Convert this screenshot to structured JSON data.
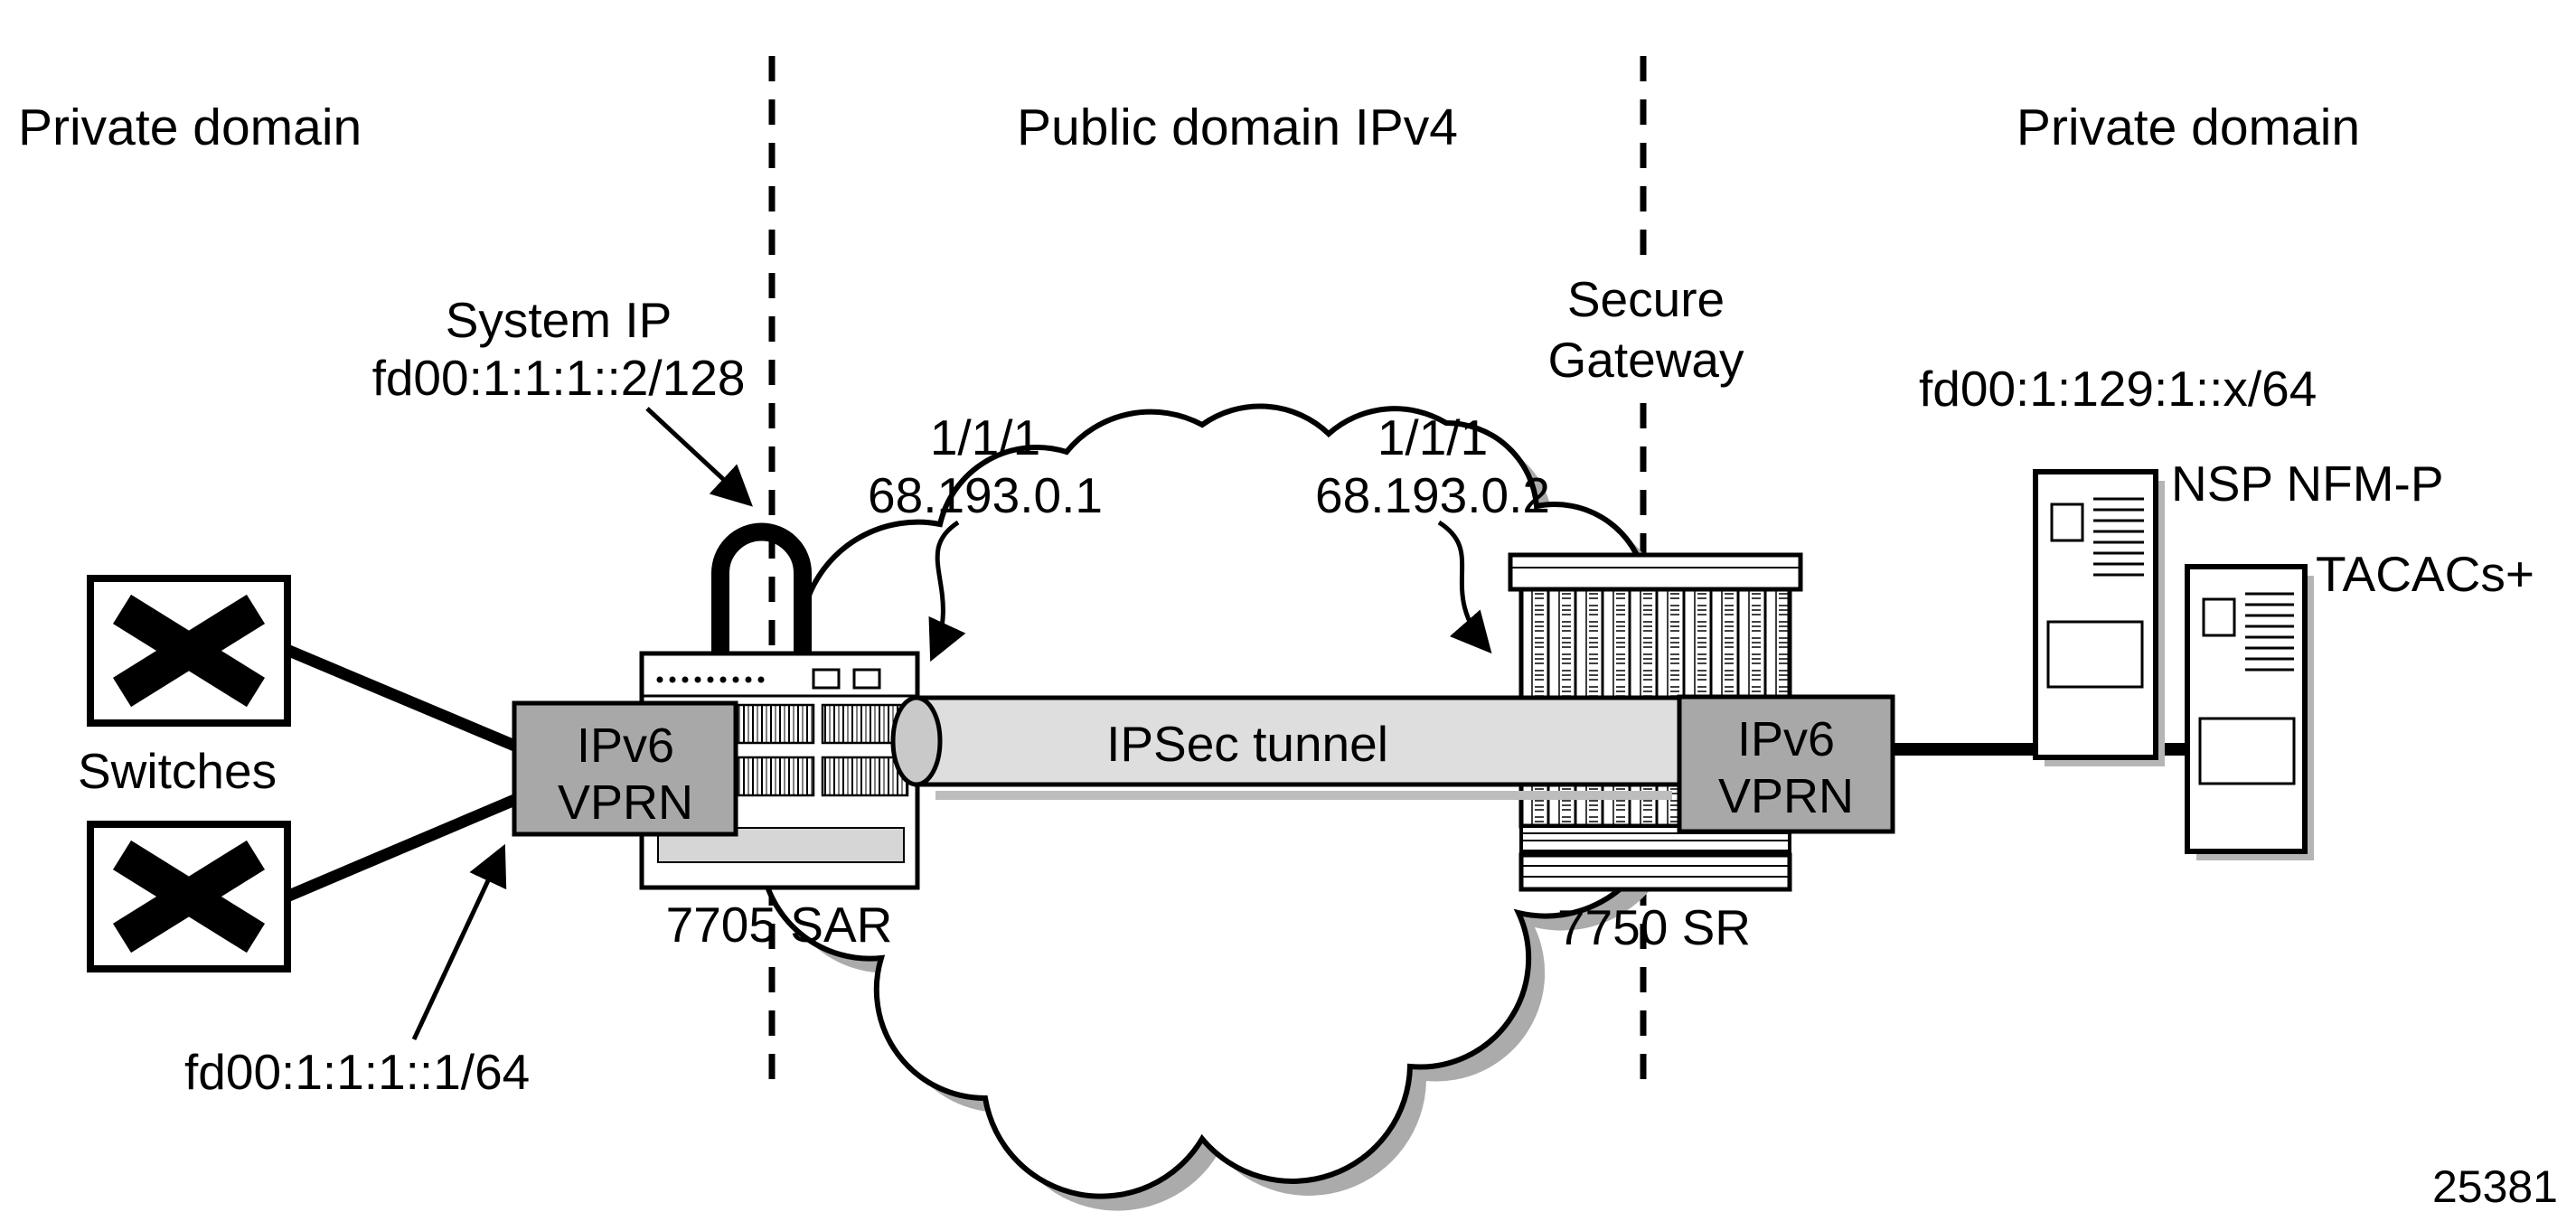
{
  "figure": {
    "number": "25381"
  },
  "domains": {
    "left": {
      "label": "Private domain"
    },
    "middle": {
      "label": "Public domain IPv4"
    },
    "right": {
      "label": "Private domain"
    }
  },
  "annotations": {
    "system_ip": {
      "line1": "System IP",
      "line2": "fd00:1:1:1::2/128"
    },
    "port_left": {
      "line1": "1/1/1",
      "line2": "68.193.0.1"
    },
    "port_right": {
      "line1": "1/1/1",
      "line2": "68.193.0.2"
    },
    "secure_gateway": {
      "line1": "Secure",
      "line2": "Gateway"
    },
    "subnet_left": "fd00:1:1:1::1/64",
    "subnet_right": "fd00:1:129:1::x/64"
  },
  "nodes": {
    "switches_label": "Switches",
    "sar_label": "7705 SAR",
    "sr_label": "7750 SR",
    "tunnel_label": "IPSec tunnel",
    "vprn_left": {
      "line1": "IPv6",
      "line2": "VPRN"
    },
    "vprn_right": {
      "line1": "IPv6",
      "line2": "VPRN"
    },
    "server_nsp": "NSP NFM-P",
    "server_tacacs": "TACACs+"
  },
  "colors": {
    "vprn_fill": "#a8a8a8",
    "tunnel_fill": "#dedede",
    "tunnel_cap_fill": "#c9c9c9",
    "cloud_shadow": "#ababab",
    "line": "#000000"
  }
}
